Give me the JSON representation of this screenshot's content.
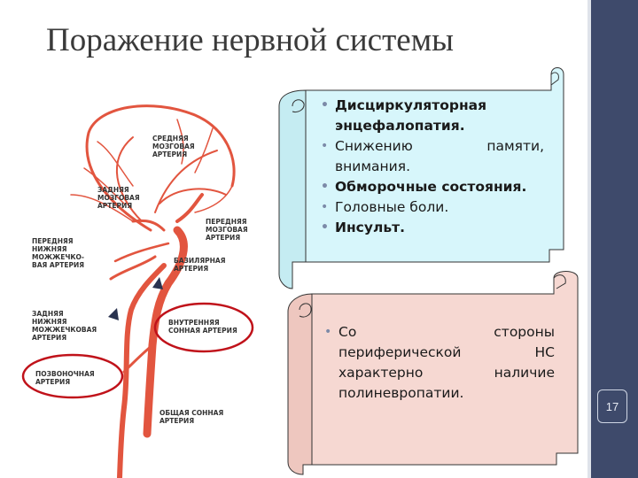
{
  "slide": {
    "title": "Поражение нервной системы",
    "slide_number": "17",
    "colors": {
      "sidebar": "#3e4a6b",
      "scroll_blue": "#d7f6fb",
      "scroll_pink": "#f6d8d2",
      "highlight_ellipse": "#c0121a",
      "artery": "#e2553f"
    }
  },
  "diagram": {
    "labels": {
      "middle_cerebral": [
        "СРЕДНЯЯ",
        "МОЗГОВАЯ",
        "АРТЕРИЯ"
      ],
      "posterior_cerebral": [
        "ЗАДНЯЯ",
        "МОЗГОВАЯ",
        "АРТЕРИЯ"
      ],
      "anterior_cerebral": [
        "ПЕРЕДНЯЯ",
        "МОЗГОВАЯ",
        "АРТЕРИЯ"
      ],
      "anterior_inferior_cerebellar": [
        "ПЕРЕДНЯЯ",
        "НИЖНЯЯ",
        "МОЖЖЕЧКО-",
        "ВАЯ АРТЕРИЯ"
      ],
      "basilar": [
        "БАЗИЛЯРНАЯ",
        "АРТЕРИЯ"
      ],
      "posterior_inferior_cerebellar": [
        "ЗАДНЯЯ",
        "НИЖНЯЯ",
        "МОЖЖЕЧКОВАЯ",
        "АРТЕРИЯ"
      ],
      "internal_carotid": [
        "ВНУТРЕННЯЯ",
        "СОННАЯ АРТЕРИЯ"
      ],
      "vertebral": [
        "ПОЗВОНОЧНАЯ",
        "АРТЕРИЯ"
      ],
      "common_carotid": [
        "ОБЩАЯ СОННАЯ",
        "АРТЕРИЯ"
      ]
    }
  },
  "scroll_top": {
    "items": [
      {
        "lines": [
          "Дисциркуляторная",
          "энцефалопатия."
        ],
        "bold": true
      },
      {
        "lines": [
          [
            "Снижению",
            "памяти,"
          ],
          "внимания."
        ],
        "bold": false
      },
      {
        "lines": [
          "Обморочные состояния."
        ],
        "bold": true
      },
      {
        "lines": [
          "Головные боли."
        ],
        "bold": false
      },
      {
        "lines": [
          "Инсульт."
        ],
        "bold": true
      }
    ]
  },
  "scroll_bottom": {
    "lines": [
      [
        "Со",
        "стороны"
      ],
      [
        "периферической",
        "НС"
      ],
      [
        "характерно",
        "наличие"
      ],
      [
        "полиневропатии."
      ]
    ]
  }
}
